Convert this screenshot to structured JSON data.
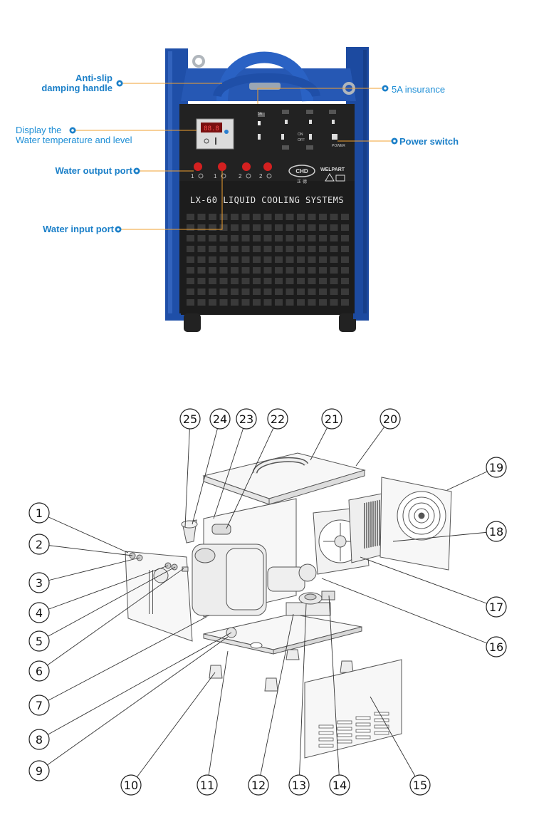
{
  "callouts": {
    "handle": [
      "Anti-slip",
      "damping handle"
    ],
    "insurance": "5A insurance",
    "display": [
      "Display  the",
      "Water temperature and level"
    ],
    "power": "Power switch",
    "output": "Water output port",
    "input": "Water input port"
  },
  "machine": {
    "model_text": "LX-60 LIQUID COOLING SYSTEMS",
    "brand": "WELPART",
    "logo_text": "CHD",
    "logo_chinese": "正 德",
    "power_label": "POWER",
    "fuse_label": "5A",
    "switch_on": "ON",
    "switch_off": "OFF",
    "port_labels": [
      "1",
      "1",
      "2",
      "2"
    ]
  },
  "parts": [
    "1",
    "2",
    "3",
    "4",
    "5",
    "6",
    "7",
    "8",
    "9",
    "10",
    "11",
    "12",
    "13",
    "14",
    "15",
    "16",
    "17",
    "18",
    "19",
    "20",
    "21",
    "22",
    "23",
    "24",
    "25"
  ],
  "colors": {
    "accent": "#1a7fc8",
    "leader": "#f0a030",
    "body_blue": "#1f4fa8",
    "panel_black": "#1a1a1a",
    "port_red": "#d42020"
  }
}
